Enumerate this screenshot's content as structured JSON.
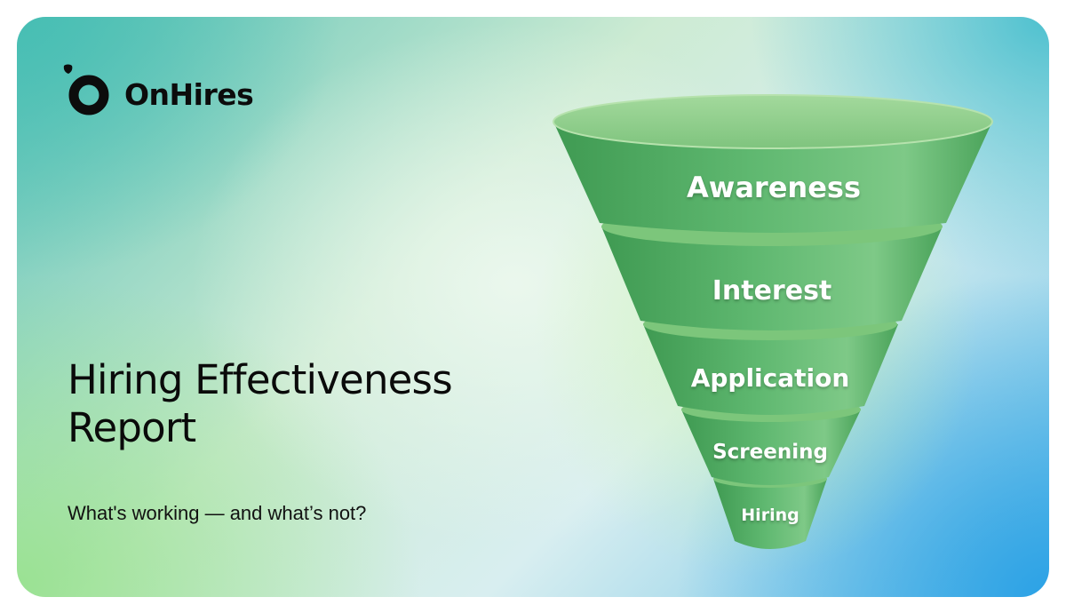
{
  "brand": {
    "name": "OnHires"
  },
  "hero": {
    "title": "Hiring Effectiveness Report",
    "subtitle": "What's working — and what’s not?"
  },
  "funnel": {
    "stages": [
      {
        "label": "Awareness"
      },
      {
        "label": "Interest"
      },
      {
        "label": "Application"
      },
      {
        "label": "Screening"
      },
      {
        "label": "Hiring"
      }
    ]
  },
  "colors": {
    "funnel_light": "#8fd08b",
    "funnel_mid": "#52ae5f",
    "funnel_dark": "#2f8a45",
    "text_dark": "#0a0a0a"
  }
}
